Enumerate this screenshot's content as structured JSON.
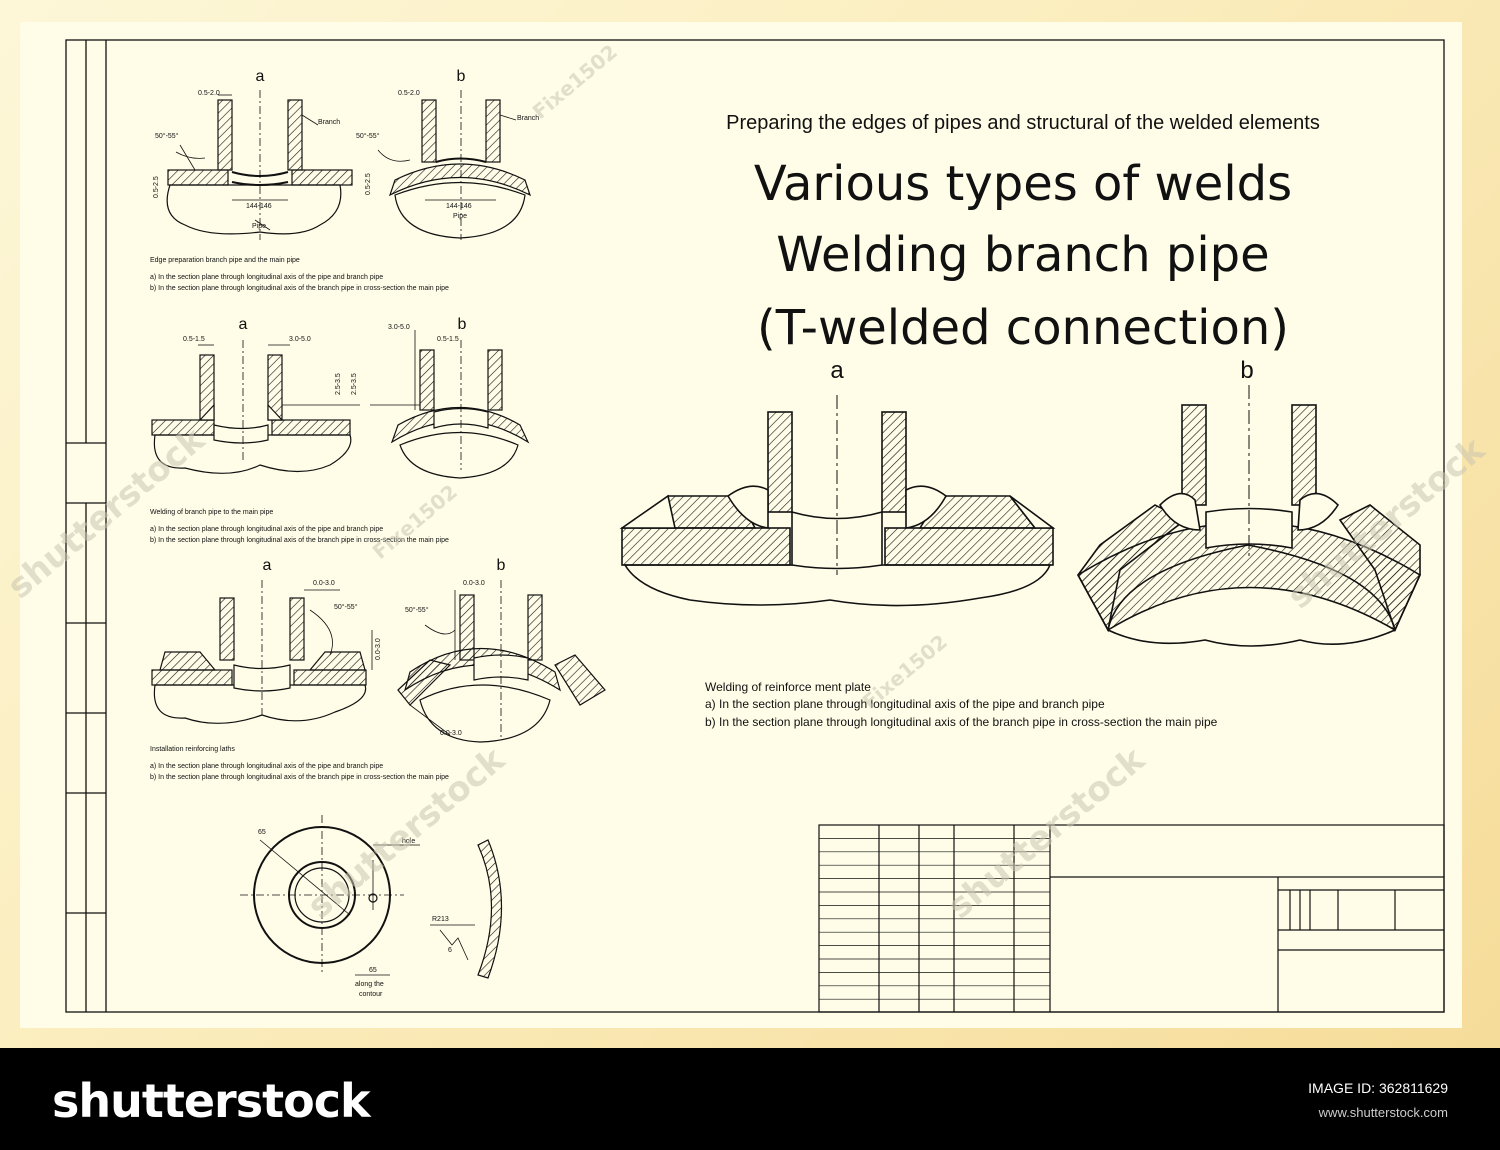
{
  "header": {
    "subtitle": "Preparing the edges of pipes and structural of the welded elements",
    "title_line1": "Various types of welds",
    "title_line2": "Welding branch pipe",
    "title_line3": "(T-welded connection)"
  },
  "section1": {
    "label_a": "a",
    "label_b": "b",
    "dim_gap": "0.5-2.0",
    "dim_angle": "50°-55°",
    "dim_root": "0.5-2.5",
    "dim_width": "144-146",
    "label_branch": "Branch",
    "label_pipe": "Pipe",
    "caption": "Edge preparation branch pipe and the main pipe",
    "note_a": "a) In the section plane through longitudinal axis of the pipe and branch pipe",
    "note_b": "b) In the section plane through longitudinal axis of the branch pipe in cross-section the main pipe"
  },
  "section2": {
    "label_a": "a",
    "label_b": "b",
    "dim_left": "0.5-1.5",
    "dim_right": "3.0-5.0",
    "dim_v": "2.5-3.5",
    "caption": "Welding of branch pipe to the main pipe",
    "note_a": "a) In the section plane through longitudinal axis of the pipe and branch pipe",
    "note_b": "b) In the section plane through longitudinal axis of the branch pipe in cross-section the main pipe"
  },
  "section3": {
    "label_a": "a",
    "label_b": "b",
    "dim_gap": "0.0-3.0",
    "dim_angle": "50°-55°",
    "caption": "Installation reinforcing laths",
    "note_a": "a) In the section plane through longitudinal axis of the pipe and branch pipe",
    "note_b": "b) In the section plane through longitudinal axis of the branch pipe in cross-section the main pipe"
  },
  "section4": {
    "dim_65a": "65",
    "dim_65b": "65",
    "label_hole": "hole",
    "label_contour_1": "along the",
    "label_contour_2": "contour",
    "dim_r": "R213",
    "dim_6": "6"
  },
  "main": {
    "label_a": "a",
    "label_b": "b",
    "caption": "Welding of reinforce ment plate",
    "note_a": "a) In the section plane through longitudinal axis of the pipe and branch pipe",
    "note_b": "b) In the section plane through longitudinal axis of the branch pipe in cross-section the main pipe"
  },
  "watermark": {
    "text": "shutterstock",
    "author": "Fixe1502"
  },
  "footer": {
    "logo": "shutterstock",
    "image_id": "IMAGE ID: 362811629",
    "site": "www.shutterstock.com"
  },
  "colors": {
    "ink": "#111111",
    "paper": "#fffde8",
    "border": "#f6dc9a",
    "footer": "#000000"
  }
}
